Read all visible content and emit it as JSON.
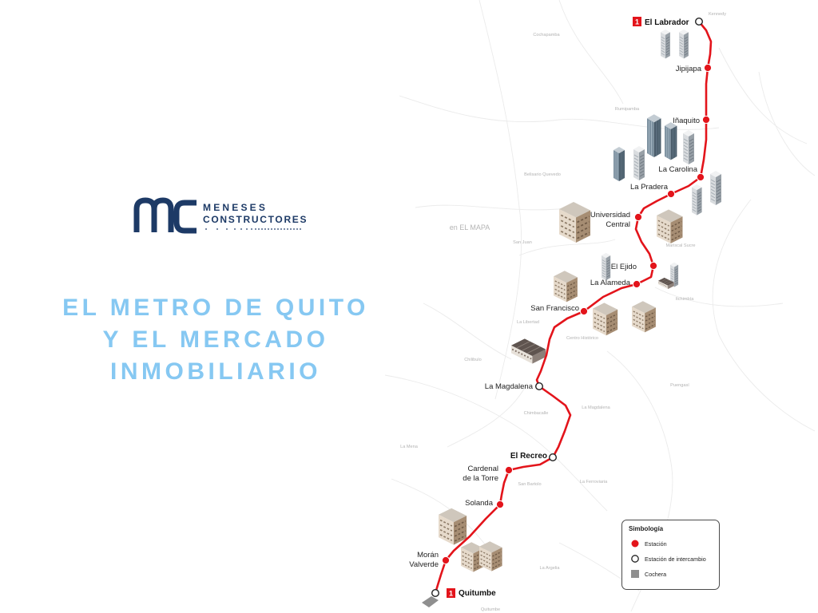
{
  "brand": {
    "logo_icon": "mc-monogram-icon",
    "name_line1": "MENESES",
    "name_line2": "CONSTRUCTORES"
  },
  "headline": {
    "line1": "EL METRO DE QUITO",
    "line2": "Y EL MERCADO",
    "line3": "INMOBILIARIO"
  },
  "colors": {
    "brand_navy": "#1d3a66",
    "headline_blue": "#86c8f2",
    "route_red": "#e3141b",
    "cochera_gray": "#8f8f8f",
    "map_label_gray": "#b3b3b3"
  },
  "map": {
    "line_number": "1",
    "hint_text": "en EL MAPA",
    "stations": [
      {
        "lines": [
          "El Labrador"
        ],
        "interchange": true,
        "line_badge": true
      },
      {
        "lines": [
          "Jipijapa"
        ],
        "interchange": false
      },
      {
        "lines": [
          "Iñaquito"
        ],
        "interchange": false
      },
      {
        "lines": [
          "La Carolina"
        ],
        "interchange": false
      },
      {
        "lines": [
          "La Pradera"
        ],
        "interchange": false
      },
      {
        "lines": [
          "Universidad",
          "Central"
        ],
        "interchange": false
      },
      {
        "lines": [
          "El Ejido"
        ],
        "interchange": false
      },
      {
        "lines": [
          "La Alameda"
        ],
        "interchange": false
      },
      {
        "lines": [
          "San Francisco"
        ],
        "interchange": false
      },
      {
        "lines": [
          "La Magdalena"
        ],
        "interchange": true
      },
      {
        "lines": [
          "El Recreo"
        ],
        "interchange": true
      },
      {
        "lines": [
          "Cardenal",
          "de la Torre"
        ],
        "interchange": false
      },
      {
        "lines": [
          "Solanda"
        ],
        "interchange": false
      },
      {
        "lines": [
          "Morán",
          "Valverde"
        ],
        "interchange": false
      },
      {
        "lines": [
          "Quitumbe"
        ],
        "interchange": true,
        "line_badge": true
      }
    ],
    "places": [
      "Kennedy",
      "Cochapamba",
      "Rumipamba",
      "Belisario Quevedo",
      "San Juan",
      "Mariscal Sucre",
      "Itchimbía",
      "La Libertad",
      "Centro Histórico",
      "Chilibulo",
      "Puengasí",
      "La Magdalena",
      "Chimbacalle",
      "La Mena",
      "La Ferroviaria",
      "San Bartolo",
      "La Argelia",
      "Quitumbe"
    ],
    "legend": {
      "title": "Simbología",
      "items": [
        {
          "label": "Estación",
          "icon": "red-dot-icon"
        },
        {
          "label": "Estación de intercambio",
          "icon": "white-ring-icon"
        },
        {
          "label": "Cochera",
          "icon": "gray-square-icon"
        }
      ]
    }
  }
}
